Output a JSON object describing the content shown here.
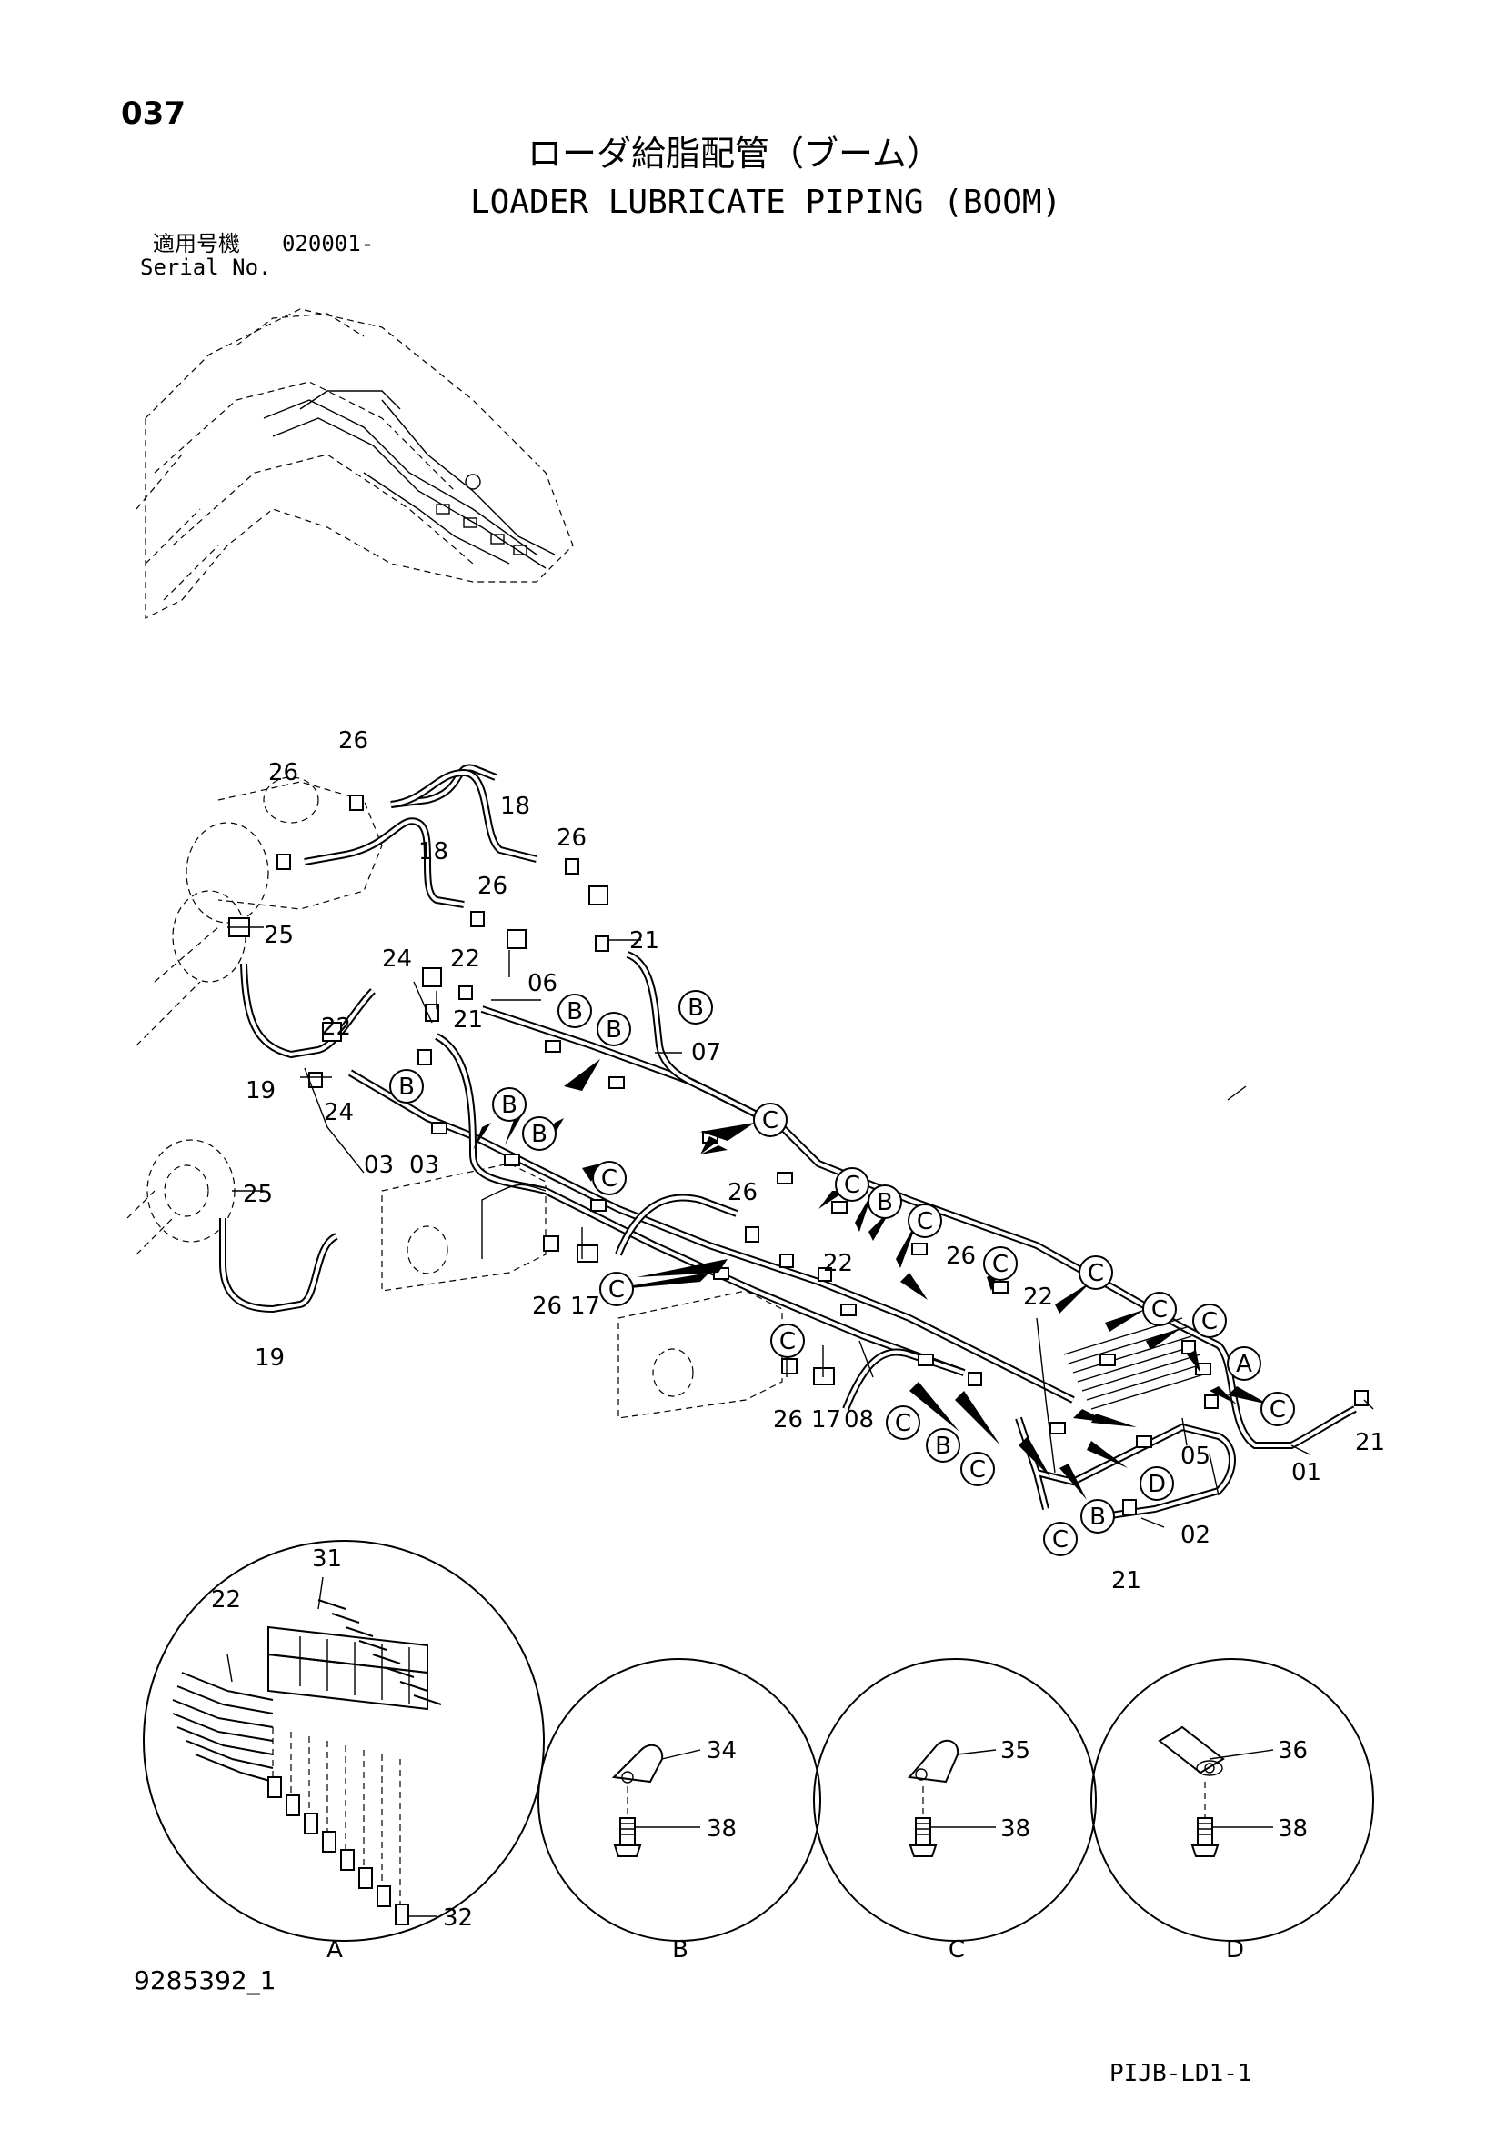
{
  "header": {
    "page_number": "037",
    "title_jp": "ローダ給脂配管（ブーム）",
    "title_en": "LOADER LUBRICATE PIPING (BOOM)",
    "serial_label_jp": "適用号機",
    "serial_value": "020001-",
    "serial_label_en": "Serial No."
  },
  "callouts": {
    "n01": "01",
    "n02": "02",
    "n03": "03",
    "n05": "05",
    "n06": "06",
    "n07": "07",
    "n08": "08",
    "n17": "17",
    "n18": "18",
    "n19": "19",
    "n21": "21",
    "n22": "22",
    "n24": "24",
    "n25": "25",
    "n26": "26",
    "n31": "31",
    "n32": "32",
    "n34": "34",
    "n35": "35",
    "n36": "36",
    "n38": "38"
  },
  "detail_refs": {
    "A": "A",
    "B": "B",
    "C": "C",
    "D": "D"
  },
  "details": [
    "A",
    "B",
    "C",
    "D"
  ],
  "footer": {
    "drawing_number": "9285392_1",
    "sheet_code": "PIJB-LD1-1"
  }
}
